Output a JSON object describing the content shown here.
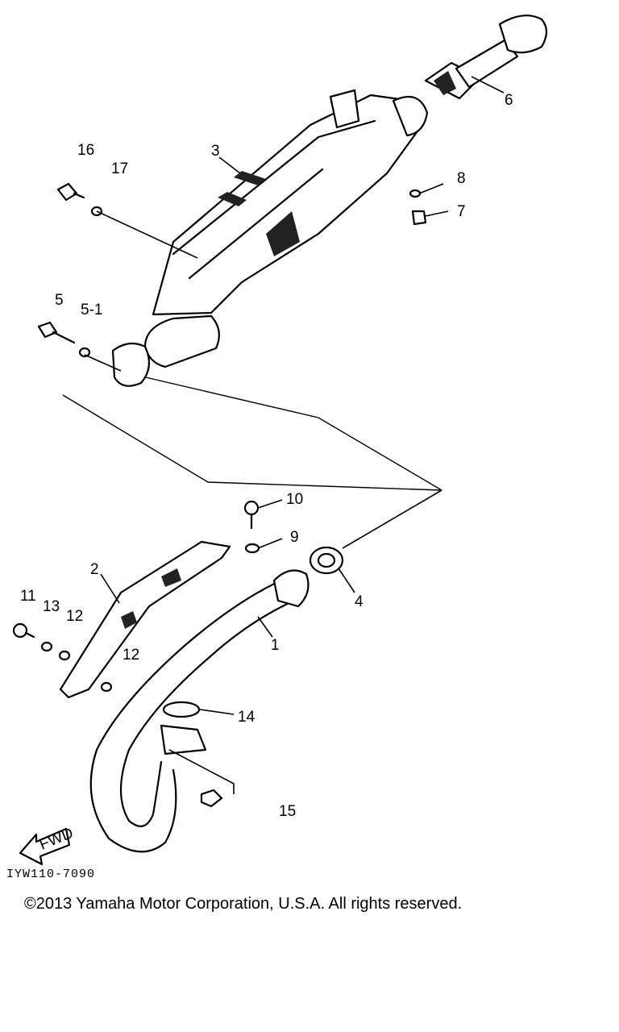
{
  "diagram": {
    "callouts": [
      "1",
      "2",
      "3",
      "4",
      "5",
      "5-1",
      "6",
      "7",
      "8",
      "9",
      "10",
      "11",
      "12",
      "12",
      "13",
      "14",
      "15",
      "16",
      "17"
    ],
    "fwd_label": "FWD",
    "ref_code": "IYW110-7090"
  },
  "footer": {
    "copyright": "©2013 Yamaha Motor Corporation, U.S.A. All rights reserved."
  }
}
